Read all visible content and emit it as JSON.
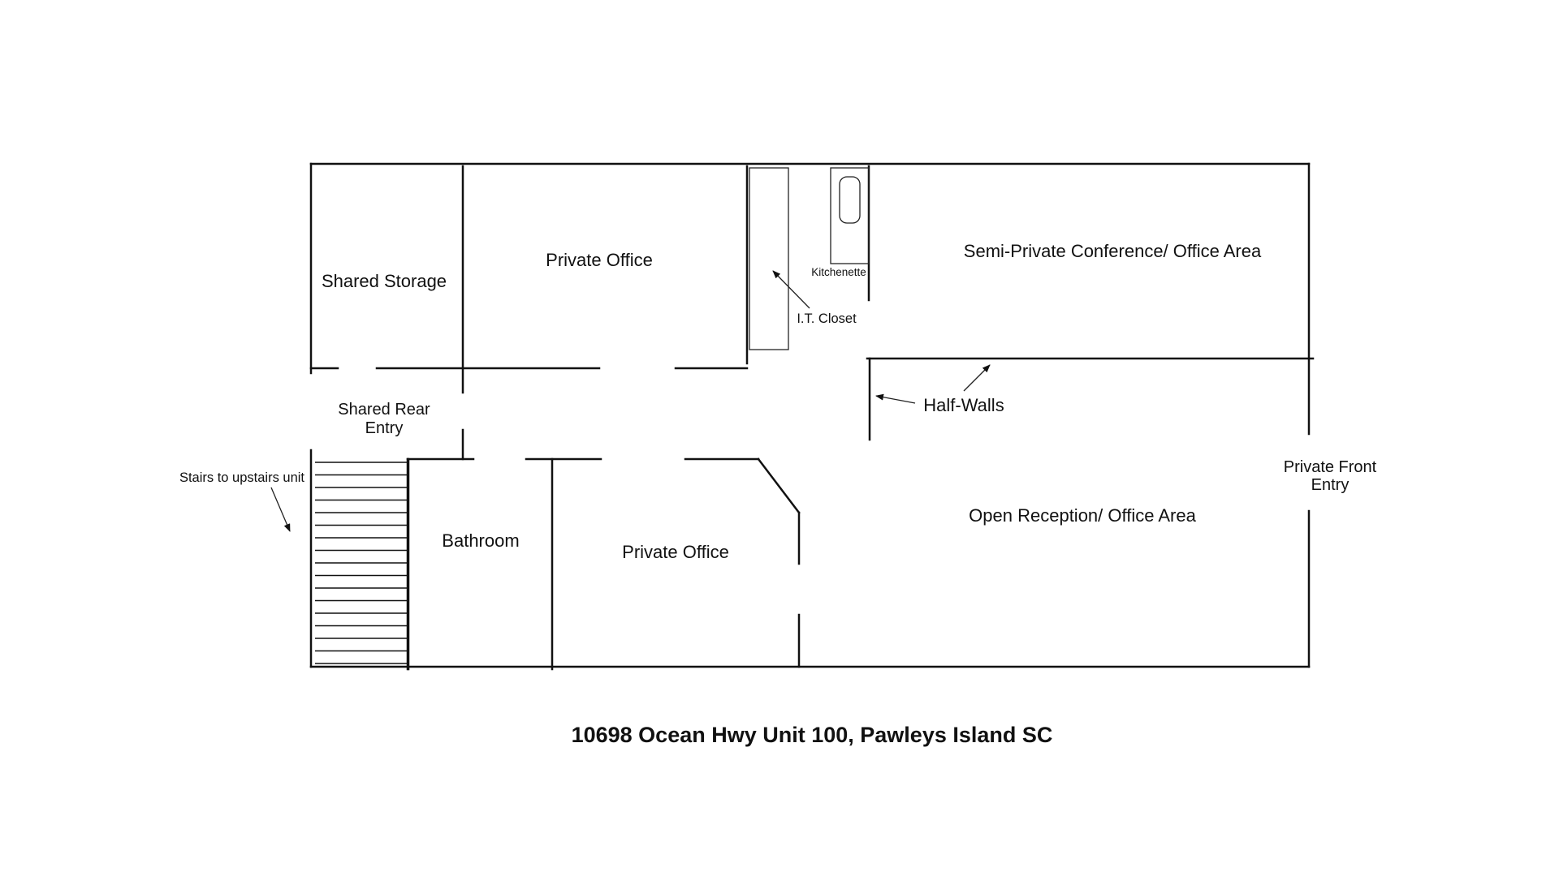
{
  "title": "10698 Ocean Hwy Unit 100, Pawleys Island SC",
  "rooms": {
    "shared_storage": "Shared Storage",
    "private_office_top": "Private Office",
    "kitchenette": "Kitchenette",
    "it_closet": "I.T. Closet",
    "conference": "Semi-Private Conference/ Office Area",
    "shared_rear_entry": [
      "Shared Rear",
      "Entry"
    ],
    "half_walls": "Half-Walls",
    "stairs": "Stairs to upstairs unit",
    "bathroom": "Bathroom",
    "private_office_bottom": "Private Office",
    "open_reception": "Open Reception/ Office Area",
    "private_front_entry": [
      "Private Front",
      "Entry"
    ]
  },
  "colors": {
    "line": "#111111",
    "background": "#ffffff"
  }
}
